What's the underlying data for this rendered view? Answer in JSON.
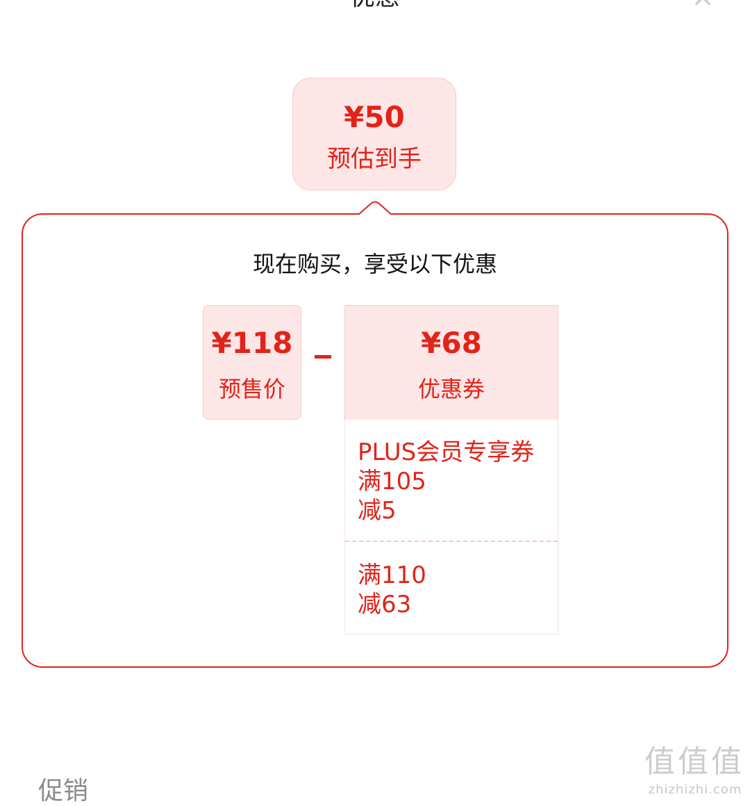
{
  "header": {
    "title": "优惠",
    "close_symbol": "×"
  },
  "estimate": {
    "amount": "¥50",
    "label": "预估到手"
  },
  "panel": {
    "caption": "现在购买，享受以下优惠"
  },
  "presale": {
    "amount": "¥118",
    "label": "预售价"
  },
  "coupon": {
    "amount": "¥68",
    "label": "优惠券",
    "items": [
      {
        "line1": "PLUS会员专享券",
        "line2": "满105",
        "line3": "减5"
      },
      {
        "line1": "满110",
        "line2": "减63"
      }
    ]
  },
  "section": {
    "label": "促销"
  },
  "watermark": {
    "glyphs": "值值值",
    "domain": "zhizhizhi.com"
  },
  "colors": {
    "accent": "#e2231a",
    "card_bg": "#fde6e6",
    "card_border": "#f8cac7"
  },
  "icons": {
    "close": "close-icon",
    "pointer": "caret-up-icon",
    "minus": "minus-icon"
  }
}
